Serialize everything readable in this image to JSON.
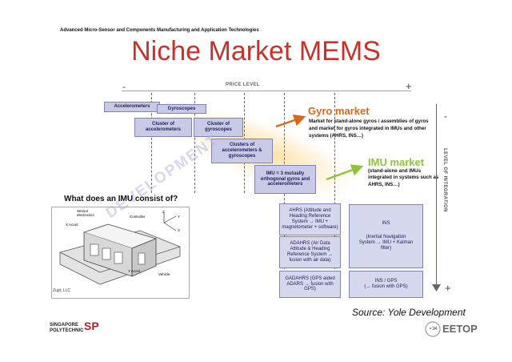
{
  "header": "Advanced Micro-Sensor and Components Manufacturing and Application Technologies",
  "title": "Niche Market MEMS",
  "price_axis": {
    "label": "PRICE LEVEL",
    "minus": "-",
    "plus": "+"
  },
  "integration_axis": {
    "label": "LEVEL OF INTEGRATION",
    "minus": "-",
    "plus": "+"
  },
  "boxes": {
    "accelerometers": "Accelerometers",
    "gyroscopes": "Gyroscopes",
    "cluster_acc": "Cluster of accelerometers",
    "cluster_gyro": "Cluster of gyroscopes",
    "clusters_both": "Clusters of accelerometers & gyroscopes",
    "imu": "IMU = 3 mutually orthogonal gyros and accelerometers",
    "ahrs": "AHRS (Attitude and Heading Reference System → IMU + magnetometer + software)",
    "adahrs": "ADAHRS (Air Data Attitude & Heading Reference System → fusion with air data)",
    "gadahrs": "GADAHRS (GPS aided ADARS → fusion with GPS)",
    "ins": "INS",
    "ins_desc": "(Inertial Navigation System → IMU + Kalman filter)",
    "ins_gps": "INS / GPS",
    "ins_gps_desc": "(→ fusion with GPS)"
  },
  "gyro_market": {
    "title": "Gyro market",
    "desc": "Market for stand-alone gyros / assemblies of gyros and market for gyros integrated in IMUs and other systems (AHRS, INS…)"
  },
  "imu_market": {
    "title": "IMU market",
    "desc": "(stand-alone and IMUs integrated in systems such as AHRS, INS…)"
  },
  "imu_diagram": {
    "heading": "What does an IMU consist of?",
    "labels": [
      "Sensor electronics",
      "Controller",
      "X Accel.",
      "Z",
      "Y",
      "X",
      "Y Accel.",
      "Vehicle"
    ],
    "credit": "Zupt, LLC"
  },
  "watermark": "DEVELOPMENT",
  "source": "Source: Yole Development",
  "footer": {
    "logo_text": "SINGAPORE POLYTECHNIC",
    "logo_mark": "SP",
    "page": "34",
    "brand": "EETOP"
  },
  "colors": {
    "title": "#c8322b",
    "gyro": "#d9681e",
    "imu": "#8fc33b",
    "box": "#c9cbe6"
  }
}
